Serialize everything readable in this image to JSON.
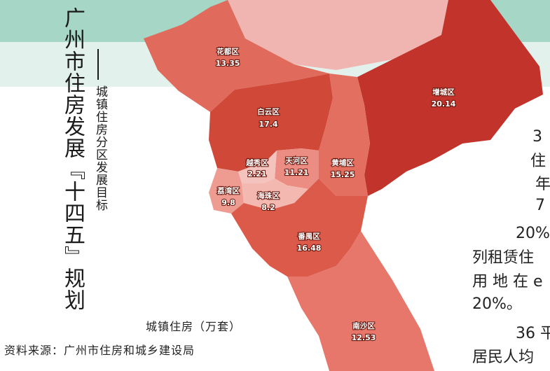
{
  "title": "广州市住房发展『十四五』规划",
  "subtitle": "城镇住房分区发展目标",
  "legend_unit": "城镇住房（万套）",
  "source": "资料来源：广州市住房和城乡建设局",
  "colors": {
    "band_top": "#a5d6c6",
    "band_second": "#e2f1ec",
    "darkest": "#c1332b",
    "light": "#f0b5b0"
  },
  "districts": [
    {
      "name": "花都区",
      "value": "13.35"
    },
    {
      "name": "增城区",
      "value": "20.14"
    },
    {
      "name": "白云区",
      "value": "17.4"
    },
    {
      "name": "越秀区",
      "value": "2.21"
    },
    {
      "name": "天河区",
      "value": "11.21"
    },
    {
      "name": "黄埔区",
      "value": "15.25"
    },
    {
      "name": "荔湾区",
      "value": "9.8"
    },
    {
      "name": "海珠区",
      "value": "8.2"
    },
    {
      "name": "番禺区",
      "value": "16.48"
    },
    {
      "name": "南沙区",
      "value": "12.53"
    }
  ],
  "article": {
    "line1": "3",
    "line2": "住",
    "line3": "年",
    "line4": "7",
    "line5": "20%",
    "line6": "列租赁住",
    "line7": "用 地 在 e",
    "line8": "20%。",
    "line9": "36 平",
    "line10": "居民人均"
  }
}
